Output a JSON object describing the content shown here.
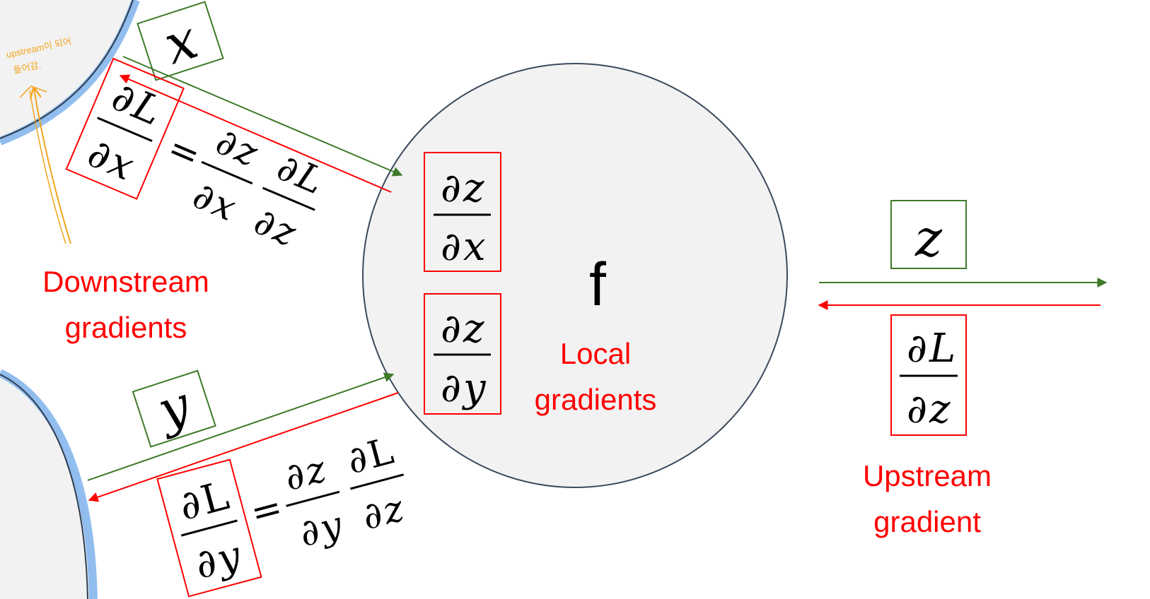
{
  "node": {
    "function_label": "f",
    "local_label_line1": "Local",
    "local_label_line2": "gradients"
  },
  "inputs": {
    "x_var": "x",
    "y_var": "y"
  },
  "output": {
    "z_var": "z"
  },
  "labels": {
    "downstream_line1": "Downstream",
    "downstream_line2": "gradients",
    "upstream_line1": "Upstream",
    "upstream_line2": "gradient"
  },
  "math": {
    "partial": "∂",
    "L": "L",
    "x": "x",
    "y": "y",
    "z": "z",
    "equals": "="
  },
  "annotation": {
    "handwritten_line1": "upstream이 되어",
    "handwritten_line2": "들어감."
  },
  "colors": {
    "red": "#ff0000",
    "green": "#3f7a2a",
    "node_fill": "#f2f2f2",
    "node_stroke": "#3b4a5c",
    "neighbor_stroke": "#6aa6e8",
    "handwriting": "#f2a51b"
  }
}
